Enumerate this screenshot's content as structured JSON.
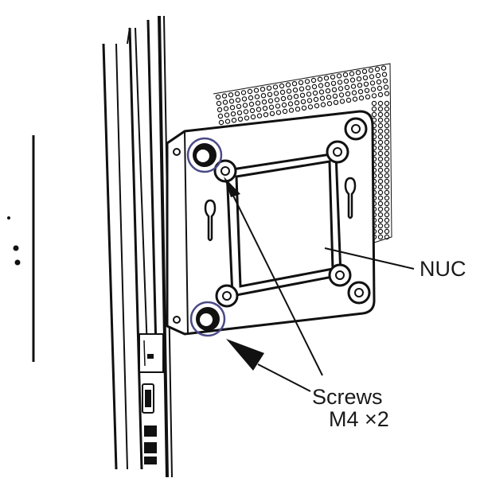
{
  "labels": {
    "nuc": "NUC",
    "screws_line1": "Screws",
    "screws_line2": "M4 ×2"
  },
  "colors": {
    "ink": "#111111",
    "screw_highlight": "#4a4a86",
    "background": "#ffffff"
  }
}
